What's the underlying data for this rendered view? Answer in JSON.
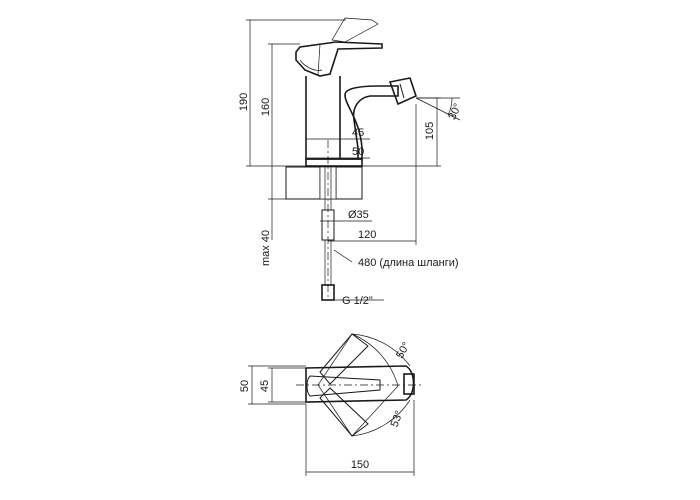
{
  "dimensions": {
    "side_view": {
      "overall_height": "190",
      "body_height": "160",
      "max_mount_thickness": "max 40",
      "nozzle_height": "105",
      "nozzle_tilt": "30°",
      "base_width_1": "45",
      "base_width_2": "50",
      "hole_diameter": "Ø35",
      "reach": "120",
      "hose_length": "480 (длина шланги)",
      "thread": "G 1/2\""
    },
    "top_view": {
      "width_outer": "50",
      "width_inner": "45",
      "length": "150",
      "rotation_upper": "50°",
      "rotation_lower": "53°"
    }
  },
  "colors": {
    "line": "#1a1a1a",
    "hatch": "#333333",
    "background": "#ffffff"
  }
}
